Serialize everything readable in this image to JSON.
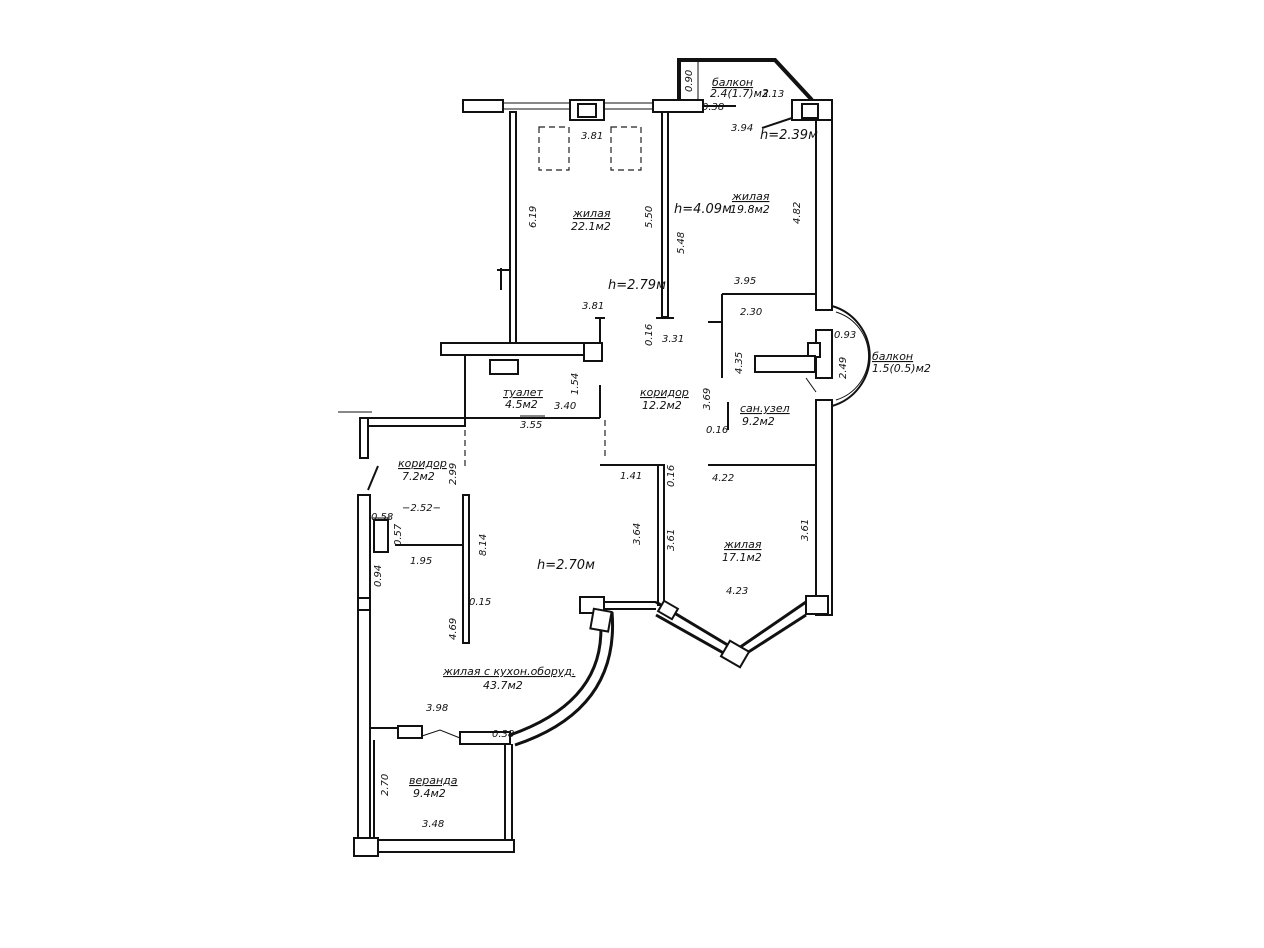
{
  "rooms": {
    "living_1": {
      "name": "жилая",
      "area": "22.1м2"
    },
    "living_2": {
      "name": "жилая",
      "area": "19.8м2"
    },
    "living_3": {
      "name": "жилая",
      "area": "17.1м2"
    },
    "living_kitchen": {
      "name": "жилая с кухон.оборуд.",
      "area": "43.7м2"
    },
    "toilet": {
      "name": "туалет",
      "area": "4.5м2"
    },
    "corridor_1": {
      "name": "коридор",
      "area": "12.2м2"
    },
    "corridor_2": {
      "name": "коридор",
      "area": "7.2м2"
    },
    "bathroom": {
      "name": "сан.узел",
      "area": "9.2м2"
    },
    "veranda": {
      "name": "веранда",
      "area": "9.4м2"
    },
    "balcony_1": {
      "name": "балкон",
      "area": "2.4(1.7)м2"
    },
    "balcony_2": {
      "name": "балкон",
      "area": "1.5(0.5)м2"
    }
  },
  "heights": {
    "h1": "h=2.39м",
    "h2": "h=4.09м",
    "h3": "h=2.79м",
    "h4": "h=2.70м"
  },
  "dimensions": {
    "d_090": "0.90",
    "d_313": "3.13",
    "d_038a": "0.38",
    "d_394": "3.94",
    "d_381a": "3.81",
    "d_482": "4.82",
    "d_619": "6.19",
    "d_550": "5.50",
    "d_548": "5.48",
    "d_395": "3.95",
    "d_381b": "3.81",
    "d_230": "2.30",
    "d_016a": "0.16",
    "d_331": "3.31",
    "d_093": "0.93",
    "d_435": "4.35",
    "d_249": "2.49",
    "d_154": "1.54",
    "d_340": "3.40",
    "d_369": "3.69",
    "d_355": "3.55",
    "d_016b": "0.16",
    "d_299": "2.99",
    "d_141": "1.41",
    "d_016c": "0.16",
    "d_422": "4.22",
    "d_252": "−2.52−",
    "d_058": "0.58",
    "d_057": "0.57",
    "d_364": "3.64",
    "d_361a": "3.61",
    "d_361b": "3.61",
    "d_195": "1.95",
    "d_814": "8.14",
    "d_094": "0.94",
    "d_423": "4.23",
    "d_015": "0.15",
    "d_469": "4.69",
    "d_398": "3.98",
    "d_038b": "0.38",
    "d_270": "2.70",
    "d_348": "3.48"
  }
}
